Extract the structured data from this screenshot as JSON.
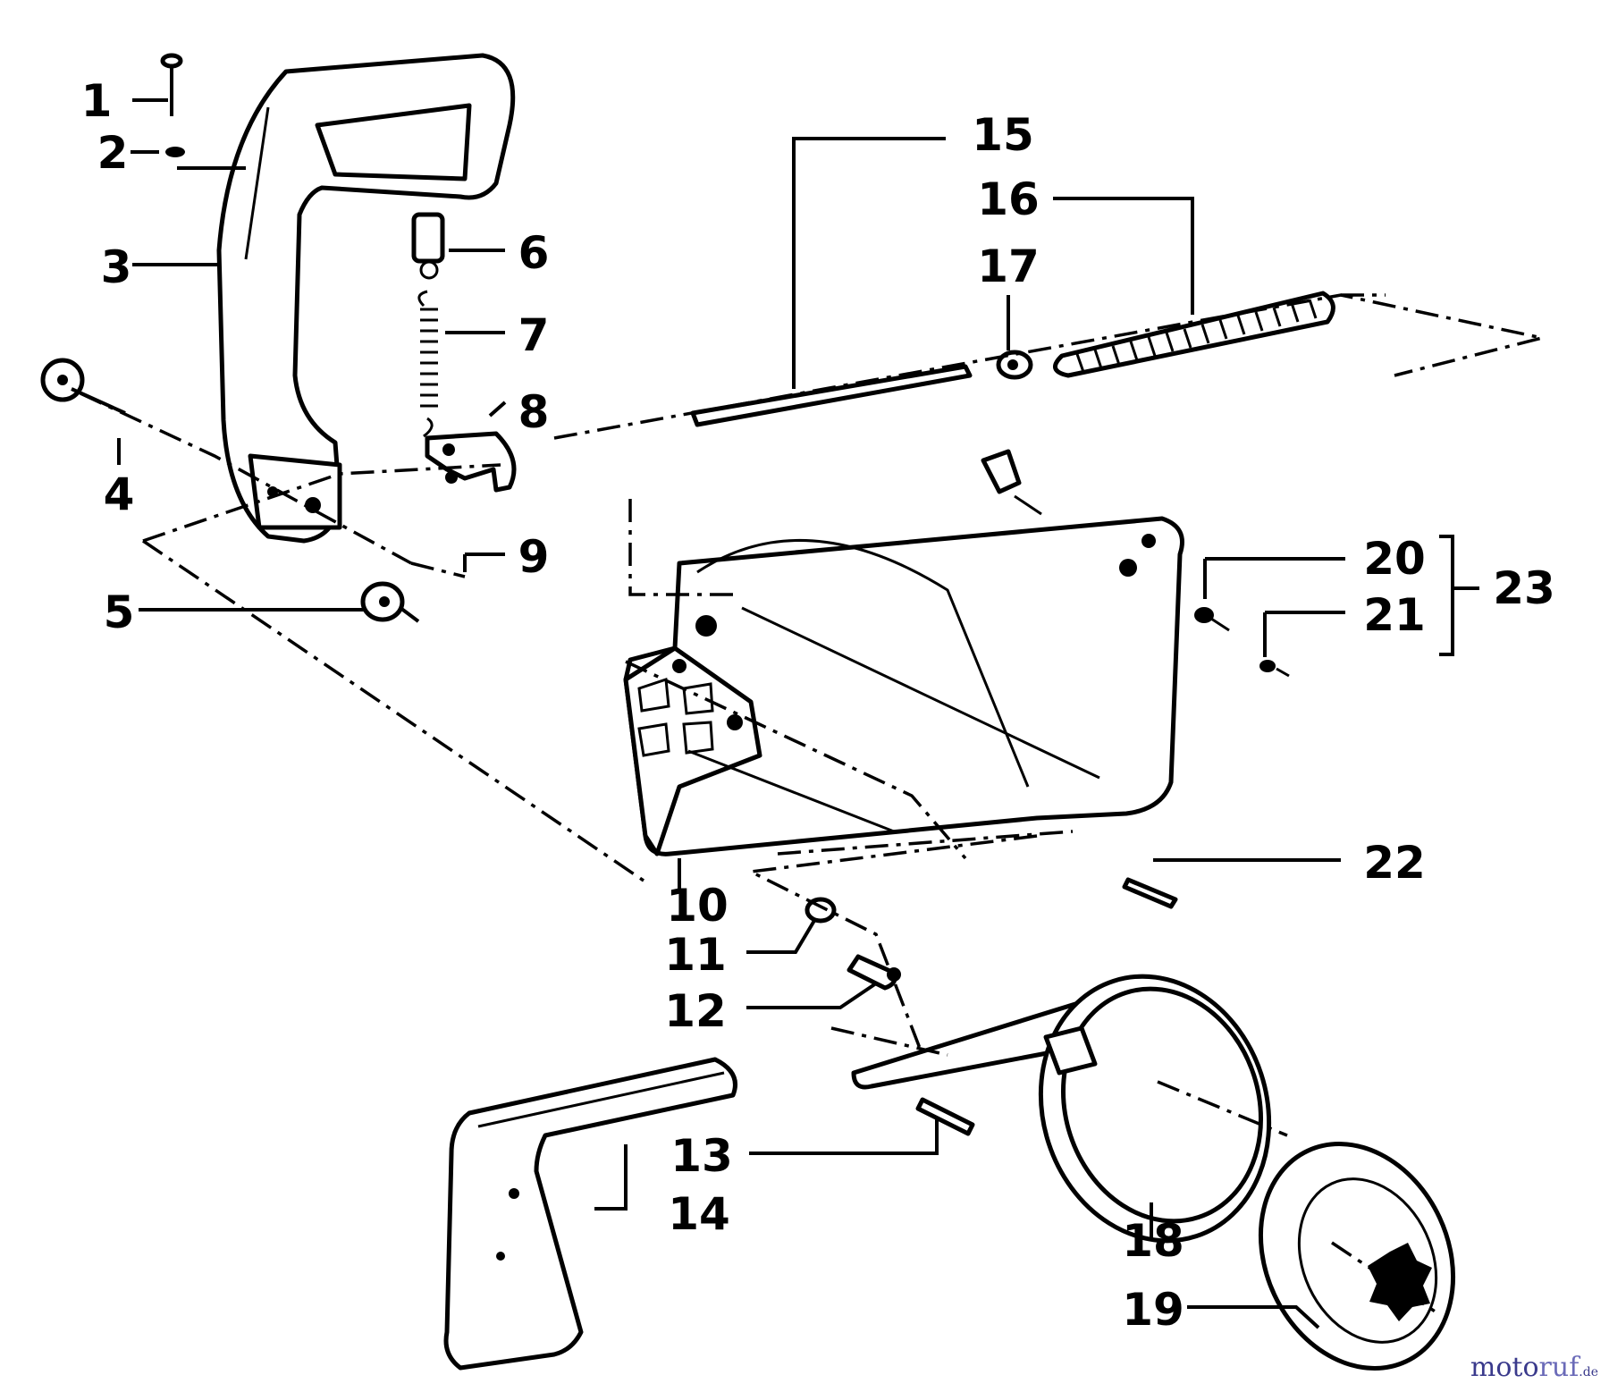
{
  "labels": {
    "p1": "1",
    "p2": "2",
    "p3": "3",
    "p4": "4",
    "p5": "5",
    "p6": "6",
    "p7": "7",
    "p8": "8",
    "p9": "9",
    "p10": "10",
    "p11": "11",
    "p12": "12",
    "p13": "13",
    "p14": "14",
    "p15": "15",
    "p16": "16",
    "p17": "17",
    "p18": "18",
    "p19": "19",
    "p20": "20",
    "p21": "21",
    "p22": "22",
    "p23": "23"
  },
  "watermark": {
    "part1": "moto",
    "part2": "ruf",
    "part3": ".de"
  }
}
